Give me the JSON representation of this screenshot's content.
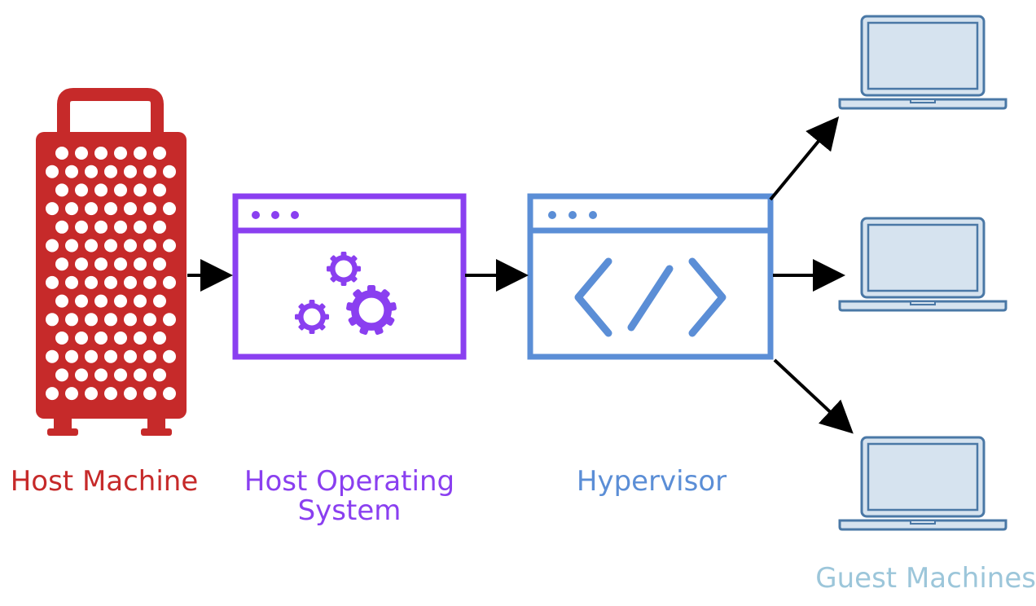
{
  "labels": {
    "host_machine": "Host Machine",
    "host_os_line1": "Host Operating",
    "host_os_line2": "System",
    "hypervisor": "Hypervisor",
    "guest_machines": "Guest Machines"
  },
  "colors": {
    "host_machine": "#c62a2a",
    "host_os": "#8a3ff0",
    "hypervisor": "#5b8ed6",
    "guest_machines": "#9cc6da",
    "guest_fill": "#d6e3ef",
    "guest_stroke": "#4a78a6",
    "arrow": "#000000"
  },
  "icons": {
    "host_machine": "tower-computer-icon",
    "host_os": "gears-window-icon",
    "hypervisor": "code-window-icon",
    "guest": "laptop-icon"
  }
}
